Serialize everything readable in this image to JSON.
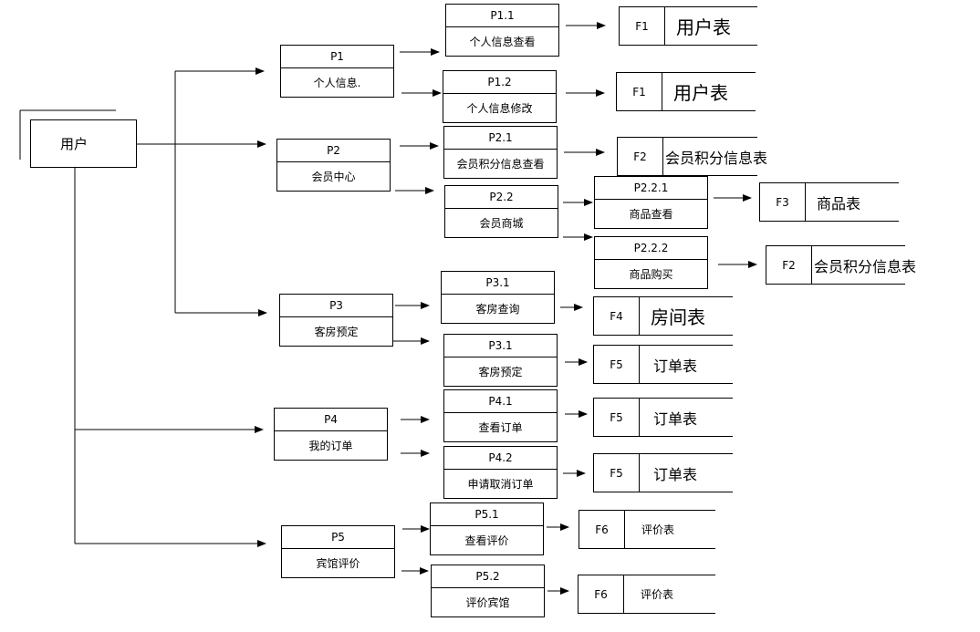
{
  "user": {
    "label": "用户"
  },
  "processes": [
    {
      "id": "P1",
      "name": "个人信息."
    },
    {
      "id": "P1.1",
      "name": "个人信息查看"
    },
    {
      "id": "P1.2",
      "name": "个人信息修改"
    },
    {
      "id": "P2",
      "name": "会员中心"
    },
    {
      "id": "P2.1",
      "name": "会员积分信息查看"
    },
    {
      "id": "P2.2",
      "name": "会员商城"
    },
    {
      "id": "P2.2.1",
      "name": "商品查看"
    },
    {
      "id": "P2.2.2",
      "name": "商品购买"
    },
    {
      "id": "P3",
      "name": "客房预定"
    },
    {
      "id": "P3.1",
      "name": "客房查询"
    },
    {
      "id": "P3.1",
      "name": "客房预定"
    },
    {
      "id": "P4",
      "name": "我的订单"
    },
    {
      "id": "P4.1",
      "name": "查看订单"
    },
    {
      "id": "P4.2",
      "name": "申请取消订单"
    },
    {
      "id": "P5",
      "name": "宾馆评价"
    },
    {
      "id": "P5.1",
      "name": "查看评价"
    },
    {
      "id": "P5.2",
      "name": "评价宾馆"
    }
  ],
  "stores": [
    {
      "id": "F1",
      "name": "用户表"
    },
    {
      "id": "F1",
      "name": "用户表"
    },
    {
      "id": "F2",
      "name": "会员积分信息表"
    },
    {
      "id": "F3",
      "name": "商品表"
    },
    {
      "id": "F2",
      "name": "会员积分信息表"
    },
    {
      "id": "F4",
      "name": "房间表"
    },
    {
      "id": "F5",
      "name": "订单表"
    },
    {
      "id": "F5",
      "name": "订单表"
    },
    {
      "id": "F5",
      "name": "订单表"
    },
    {
      "id": "F6",
      "name": "评价表"
    },
    {
      "id": "F6",
      "name": "评价表"
    }
  ]
}
